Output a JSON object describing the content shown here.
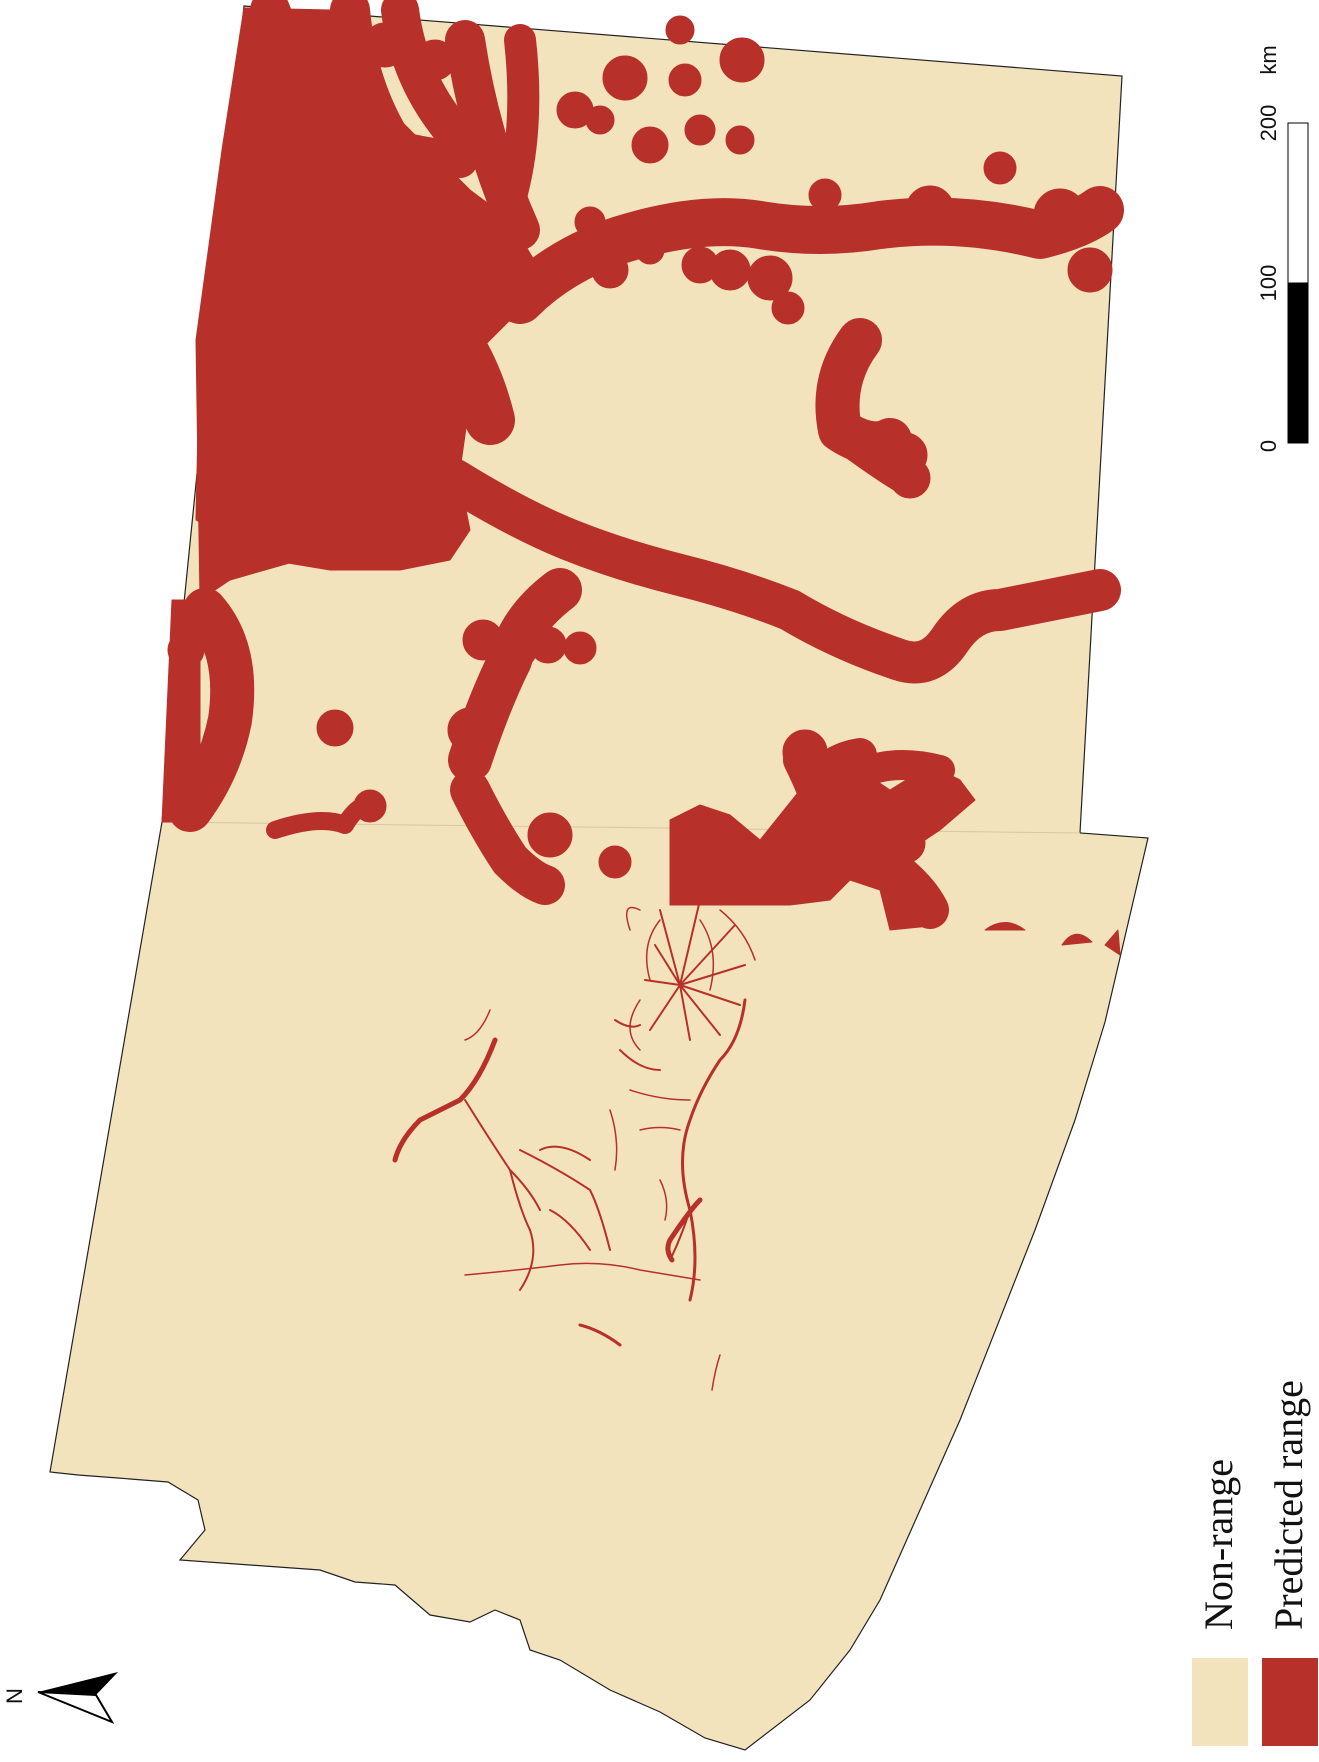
{
  "map": {
    "colors": {
      "non_range": "#F3E3BD",
      "predicted_range": "#B8302A",
      "outline": "#222222"
    }
  },
  "legend": {
    "items": [
      {
        "label": "Non-range",
        "color": "#F3E3BD"
      },
      {
        "label": "Predicted range",
        "color": "#B8302A"
      }
    ]
  },
  "scale_bar": {
    "ticks": [
      "0",
      "100",
      "200"
    ],
    "unit": "km"
  },
  "north_arrow": {
    "label": "N",
    "icon": "north-arrow-icon"
  }
}
